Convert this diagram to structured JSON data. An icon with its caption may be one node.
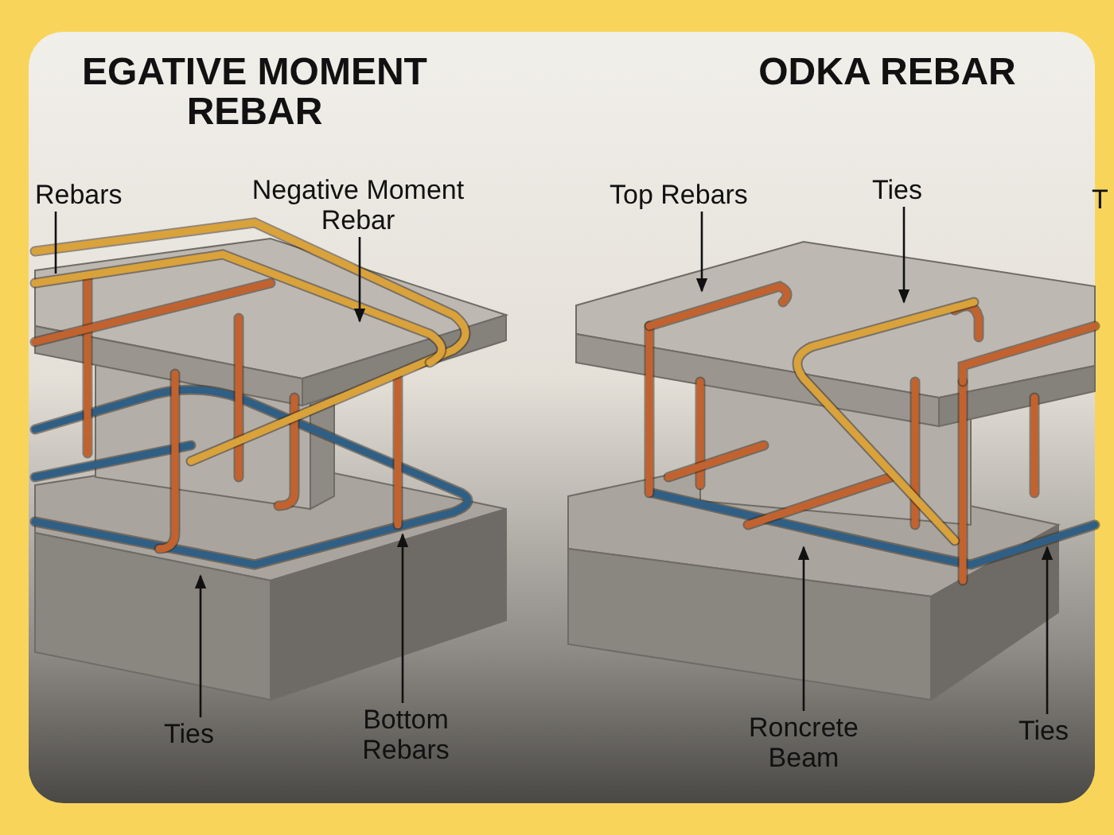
{
  "diagram": {
    "nodes": [
      {
        "text": [
          "Rebars"
        ]
      },
      {
        "text": [
          "Negative Moment Rebar"
        ]
      },
      {
        "text": [
          "Top Rebars"
        ]
      },
      {
        "text": [
          "Ties"
        ]
      },
      {
        "text": [
          "Ties"
        ]
      },
      {
        "text": [
          "Bottom Rebars"
        ]
      },
      {
        "text": [
          "Roncrete Beam"
        ]
      },
      {
        "text": [
          "Ties"
        ]
      }
    ],
    "edges": [
      {
        "from": 0,
        "to": null,
        "arrow": "none"
      },
      {
        "from": 1,
        "to": null,
        "arrow": "to"
      },
      {
        "from": 2,
        "to": null,
        "arrow": "to"
      },
      {
        "from": 3,
        "to": null,
        "arrow": "to"
      },
      {
        "from": 4,
        "to": null,
        "arrow": "to"
      },
      {
        "from": 5,
        "to": null,
        "arrow": "to"
      },
      {
        "from": 6,
        "to": null,
        "arrow": "to"
      },
      {
        "from": 7,
        "to": null,
        "arrow": "to"
      }
    ],
    "labels": [
      "EGATIVE MOMENT REBAR",
      "ODKA REBAR",
      "T"
    ]
  }
}
